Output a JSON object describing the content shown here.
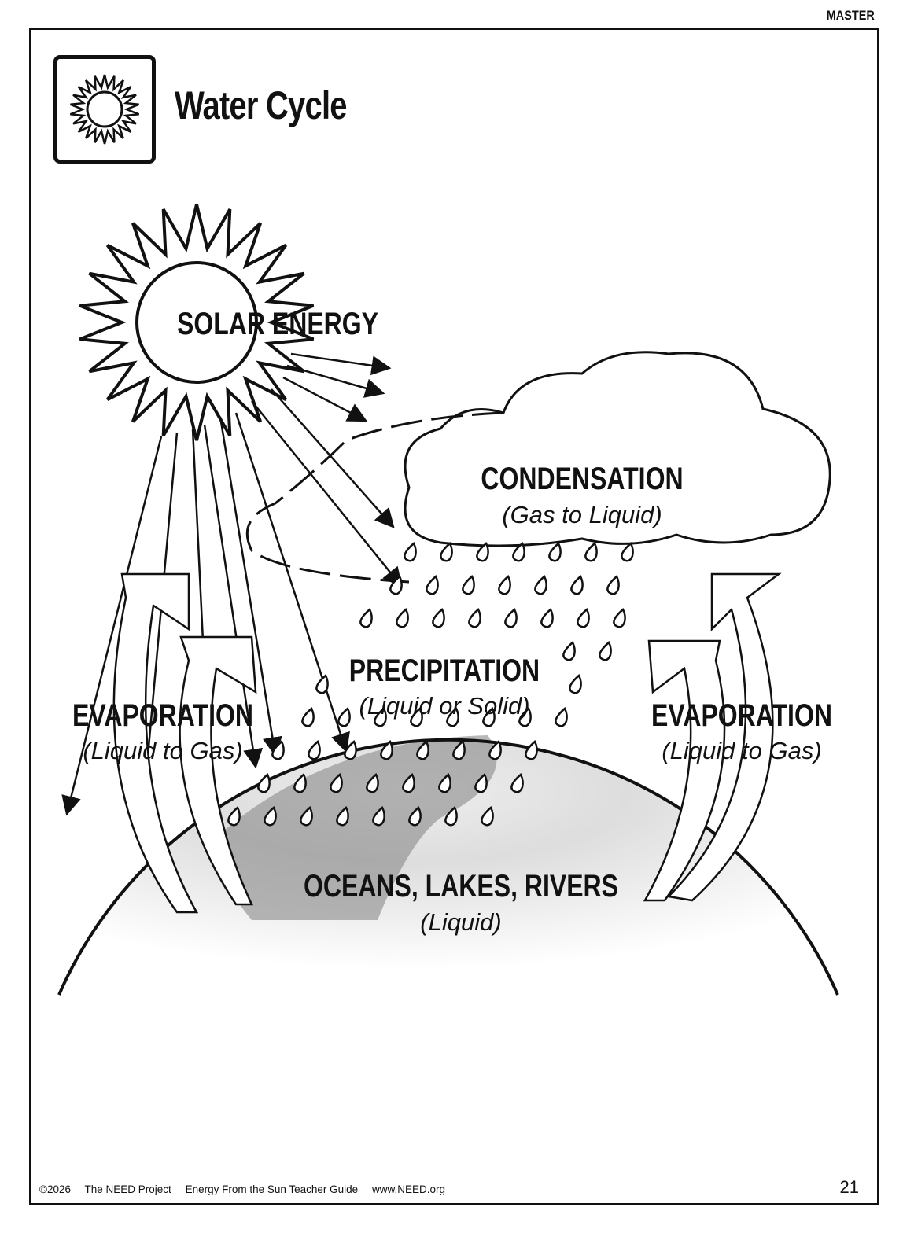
{
  "header": {
    "tag": "MASTER",
    "title": "Water Cycle",
    "icon": "sun-icon"
  },
  "diagram": {
    "solar": "SOLAR ENERGY",
    "condensation": {
      "title": "CONDENSATION",
      "sub": "(Gas to Liquid)"
    },
    "precipitation": {
      "title": "PRECIPITATION",
      "sub": "(Liquid or Solid)"
    },
    "evap_left": {
      "title": "EVAPORATION",
      "sub": "(Liquid to Gas)"
    },
    "evap_right": {
      "title": "EVAPORATION",
      "sub": "(Liquid to Gas)"
    },
    "oceans": {
      "title": "OCEANS, LAKES, RIVERS",
      "sub": "(Liquid)"
    }
  },
  "footer": {
    "copyright": "©2026",
    "org": "The NEED Project",
    "guide": "Energy From the Sun Teacher Guide",
    "url": "www.NEED.org",
    "page": "21"
  }
}
